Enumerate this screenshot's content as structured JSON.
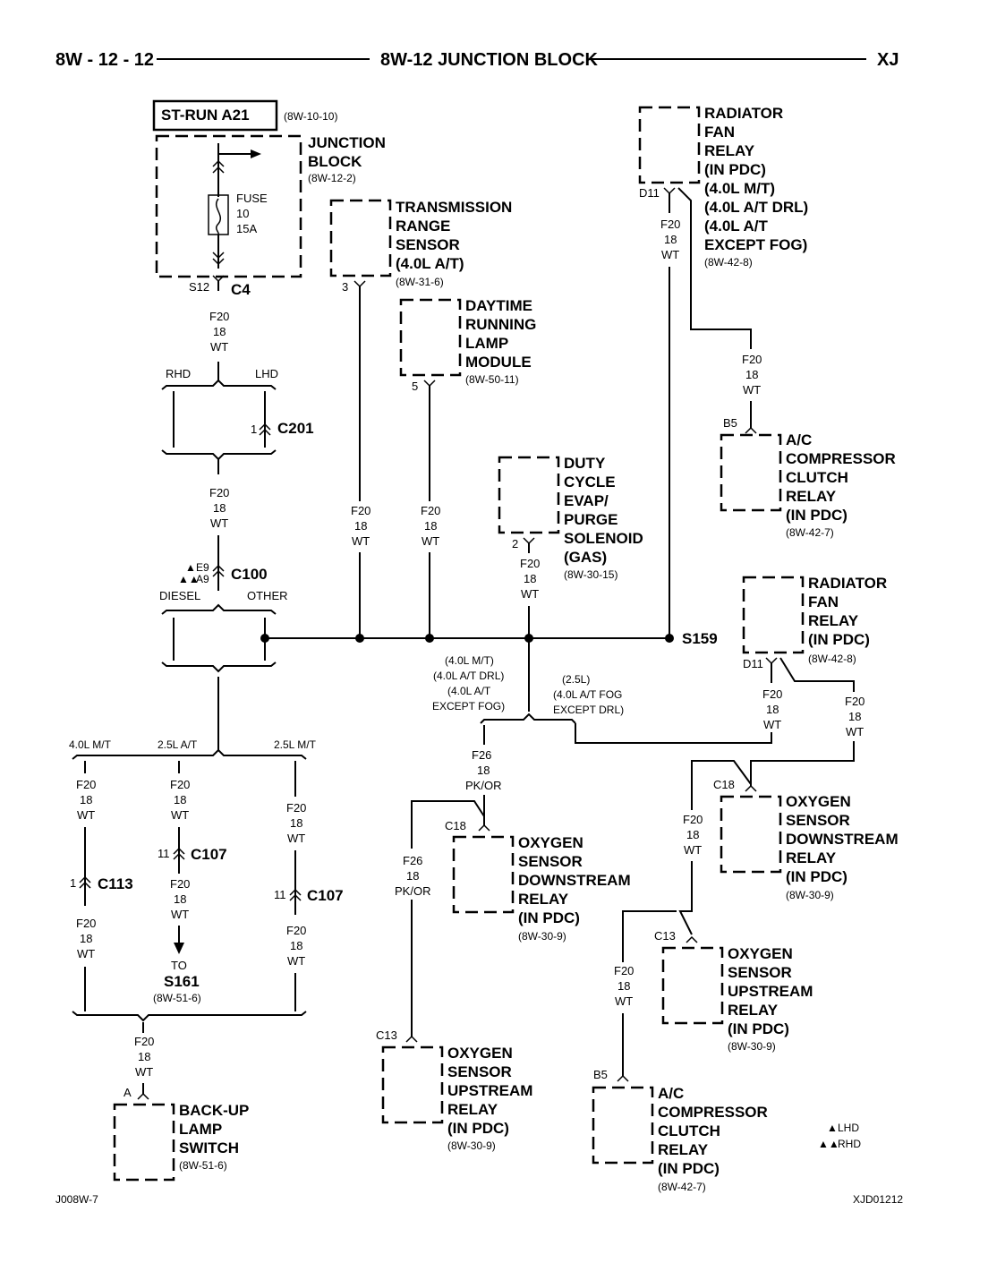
{
  "header": {
    "left": "8W - 12 - 12",
    "title": "8W-12 JUNCTION BLOCK",
    "right": "XJ"
  },
  "footer": {
    "left": "J008W-7",
    "right": "XJD01212"
  },
  "legend": {
    "lhd": "LHD",
    "rhd": "RHD"
  },
  "st_run": {
    "label": "ST-RUN A21",
    "ref": "(8W-10-10)"
  },
  "junction_block": {
    "l1": "JUNCTION",
    "l2": "BLOCK",
    "ref": "(8W-12-2)"
  },
  "fuse": {
    "l1": "FUSE",
    "l2": "10",
    "l3": "15A"
  },
  "s12": {
    "pin": "S12",
    "conn": "C4"
  },
  "wire": {
    "code": "F20",
    "gauge": "18",
    "color": "WT"
  },
  "wire26": {
    "code": "F26",
    "gauge": "18",
    "color": "PK/OR"
  },
  "rhd_lhd": {
    "rhd": "RHD",
    "lhd": "LHD"
  },
  "c201": {
    "pin": "1",
    "conn": "C201"
  },
  "c100": {
    "e9": "E9",
    "a9": "A9",
    "conn": "C100",
    "diesel": "DIESEL",
    "other": "OTHER"
  },
  "trs": {
    "l1": "TRANSMISSION",
    "l2": "RANGE",
    "l3": "SENSOR",
    "l4": "(4.0L A/T)",
    "ref": "(8W-31-6)",
    "pin": "3"
  },
  "drl": {
    "l1": "DAYTIME",
    "l2": "RUNNING",
    "l3": "LAMP",
    "l4": "MODULE",
    "ref": "(8W-50-11)",
    "pin": "5"
  },
  "evap": {
    "l1": "DUTY",
    "l2": "CYCLE",
    "l3": "EVAP/",
    "l4": "PURGE",
    "l5": "SOLENOID",
    "l6": "(GAS)",
    "ref": "(8W-30-15)",
    "pin": "2"
  },
  "rad1": {
    "l1": "RADIATOR",
    "l2": "FAN",
    "l3": "RELAY",
    "l4": "(IN PDC)",
    "l5": "(4.0L M/T)",
    "l6": "(4.0L A/T DRL)",
    "l7": "(4.0L A/T",
    "l8": "EXCEPT FOG)",
    "ref": "(8W-42-8)",
    "pin": "D11"
  },
  "ac1": {
    "l1": "A/C",
    "l2": "COMPRESSOR",
    "l3": "CLUTCH",
    "l4": "RELAY",
    "l5": "(IN PDC)",
    "ref": "(8W-42-7)",
    "pin": "B5"
  },
  "rad2": {
    "l1": "RADIATOR",
    "l2": "FAN",
    "l3": "RELAY",
    "l4": "(IN PDC)",
    "ref": "(8W-42-8)",
    "pin": "D11"
  },
  "s159": "S159",
  "branch1": {
    "l1": "(4.0L M/T)",
    "l2": "(4.0L A/T DRL)",
    "l3": "(4.0L A/T",
    "l4": "EXCEPT FOG)"
  },
  "branch2": {
    "l1": "(2.5L)",
    "l2": "(4.0L A/T FOG",
    "l3": "EXCEPT DRL)"
  },
  "engine": {
    "a": "4.0L M/T",
    "b": "2.5L A/T",
    "c": "2.5L M/T"
  },
  "c113": {
    "pin": "1",
    "conn": "C113"
  },
  "c107": {
    "pin": "11",
    "conn": "C107"
  },
  "s161": {
    "to": "TO",
    "name": "S161",
    "ref": "(8W-51-6)"
  },
  "backup": {
    "l1": "BACK-UP",
    "l2": "LAMP",
    "l3": "SWITCH",
    "ref": "(8W-51-6)",
    "pin": "A"
  },
  "o2dn": {
    "l1": "OXYGEN",
    "l2": "SENSOR",
    "l3": "DOWNSTREAM",
    "l4": "RELAY",
    "l5": "(IN PDC)",
    "ref": "(8W-30-9)",
    "pin": "C18"
  },
  "o2up": {
    "l1": "OXYGEN",
    "l2": "SENSOR",
    "l3": "UPSTREAM",
    "l4": "RELAY",
    "l5": "(IN PDC)",
    "ref": "(8W-30-9)",
    "pin": "C13"
  },
  "ac2": {
    "l1": "A/C",
    "l2": "COMPRESSOR",
    "l3": "CLUTCH",
    "l4": "RELAY",
    "l5": "(IN PDC)",
    "ref": "(8W-42-7)",
    "pin": "B5"
  }
}
